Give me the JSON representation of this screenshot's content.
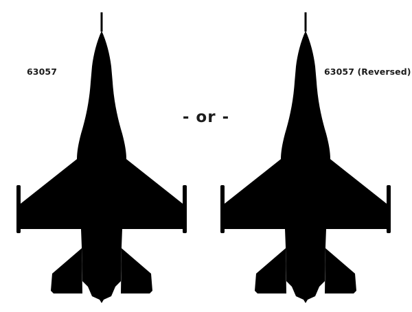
{
  "figure": {
    "left": {
      "label": "63057",
      "variant": "outline",
      "fill_color": "#ffffff",
      "line_color": "#111111"
    },
    "separator": "- or -",
    "right": {
      "label": "63057 (Reversed)",
      "variant": "reversed",
      "fill_color": "#1a1a1a",
      "line_color": "#ffffff"
    }
  }
}
